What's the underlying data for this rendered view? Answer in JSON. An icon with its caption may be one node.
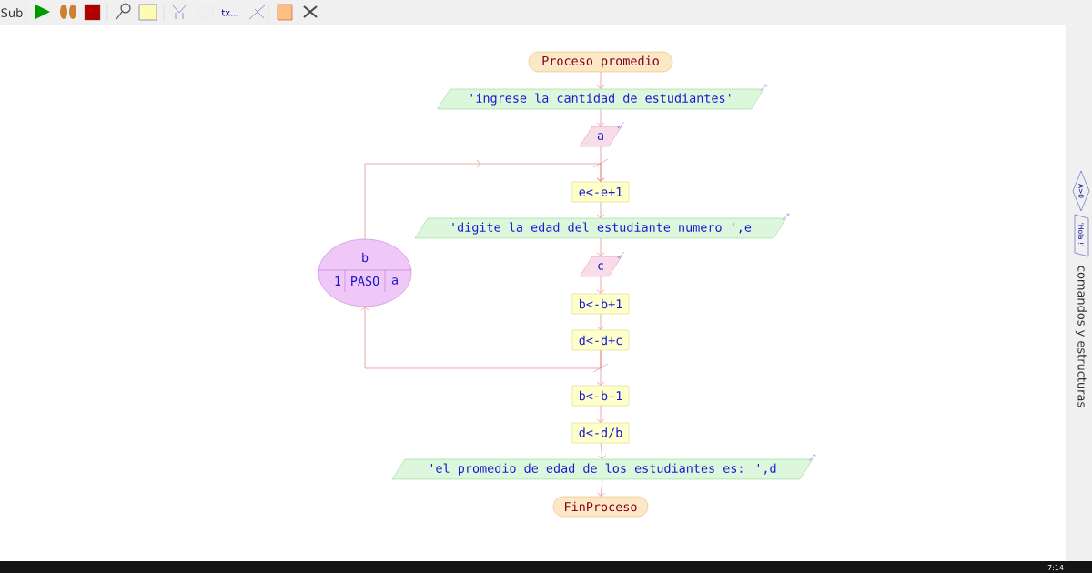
{
  "diagram": {
    "nodes": [
      {
        "text": [
          "Proceso promedio"
        ]
      },
      {
        "text": [
          "'ingrese la cantidad de estudiantes'"
        ]
      },
      {
        "text": [
          "a"
        ]
      },
      {
        "text": [
          "e<-e+1"
        ]
      },
      {
        "text": [
          "'digite la edad del estudiante numero ',e"
        ]
      },
      {
        "text": [
          "c"
        ]
      },
      {
        "text": [
          "b<-b+1"
        ]
      },
      {
        "text": [
          "d<-d+c"
        ]
      },
      {
        "text": [
          "b<-b-1"
        ]
      },
      {
        "text": [
          "d<-d/b"
        ]
      },
      {
        "text": [
          "'el promedio de edad de los estudiantes es: ',d"
        ]
      },
      {
        "text": [
          "FinProceso"
        ]
      },
      {
        "text": [
          "b",
          "1",
          "PASO",
          "a"
        ]
      }
    ],
    "edges": [
      {
        "from": 0,
        "to": 1,
        "arrow": "to"
      },
      {
        "from": 1,
        "to": 2,
        "arrow": "to"
      },
      {
        "from": 2,
        "to": 3,
        "arrow": "to"
      },
      {
        "from": 3,
        "to": 4,
        "arrow": "to"
      },
      {
        "from": 4,
        "to": 5,
        "arrow": "to"
      },
      {
        "from": 5,
        "to": 6,
        "arrow": "to"
      },
      {
        "from": 6,
        "to": 7,
        "arrow": "to"
      },
      {
        "from": 7,
        "to": 12,
        "arrow": "to"
      },
      {
        "from": 12,
        "to": 3,
        "arrow": "to"
      },
      {
        "from": 7,
        "to": 8,
        "arrow": "to"
      },
      {
        "from": 8,
        "to": 9,
        "arrow": "to"
      },
      {
        "from": 9,
        "to": 10,
        "arrow": "to"
      },
      {
        "from": 10,
        "to": 11,
        "arrow": "to"
      }
    ],
    "labels": [
      "Sub",
      "tx...",
      "A>0",
      "'Hola !'",
      "comandos y estructuras",
      "7:14"
    ]
  }
}
